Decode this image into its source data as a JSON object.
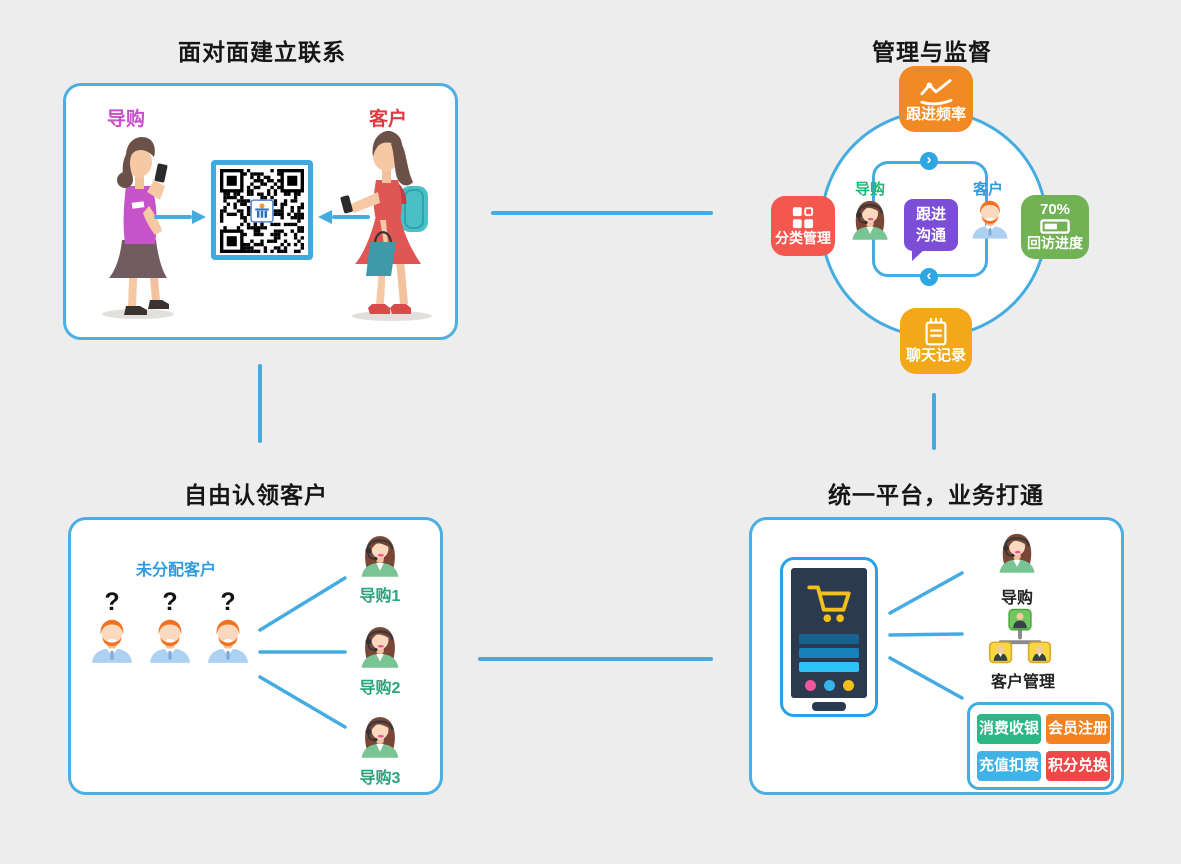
{
  "panels": {
    "face_to_face": {
      "title": "面对面建立联系",
      "guide_label": "导购",
      "customer_label": "客户"
    },
    "manage": {
      "title": "管理与监督",
      "badge_top": "跟进频率",
      "badge_left": "分类管理",
      "badge_right_percent": "70%",
      "badge_right": "回访进度",
      "badge_bottom": "聊天记录",
      "guide_label": "导购",
      "customer_label": "客户",
      "bubble_line1": "跟进",
      "bubble_line2": "沟通"
    },
    "claim": {
      "title": "自由认领客户",
      "unassigned_label": "未分配客户",
      "q1": "?",
      "q2": "?",
      "q3": "?",
      "guides": [
        "导购1",
        "导购2",
        "导购3"
      ]
    },
    "platform": {
      "title": "统一平台，业务打通",
      "guide_label": "导购",
      "crm_label": "客户管理",
      "buttons": [
        "消费收银",
        "会员注册",
        "充值扣费",
        "积分兑换"
      ]
    }
  },
  "colors": {
    "accent_blue": "#45ACE1",
    "badge_orange": "#F28A23",
    "badge_red": "#F4574D",
    "badge_green": "#70B254",
    "badge_yellow": "#F2A818",
    "bubble_purple": "#7C4ED8",
    "button_teal": "#2BB886",
    "button_orange": "#F5821F",
    "button_blue": "#3FB3E8",
    "button_red": "#EF4848",
    "label_magenta": "#C94FCB",
    "label_red": "#E2383F",
    "label_blue": "#2F9BE0",
    "label_green": "#29A377"
  }
}
